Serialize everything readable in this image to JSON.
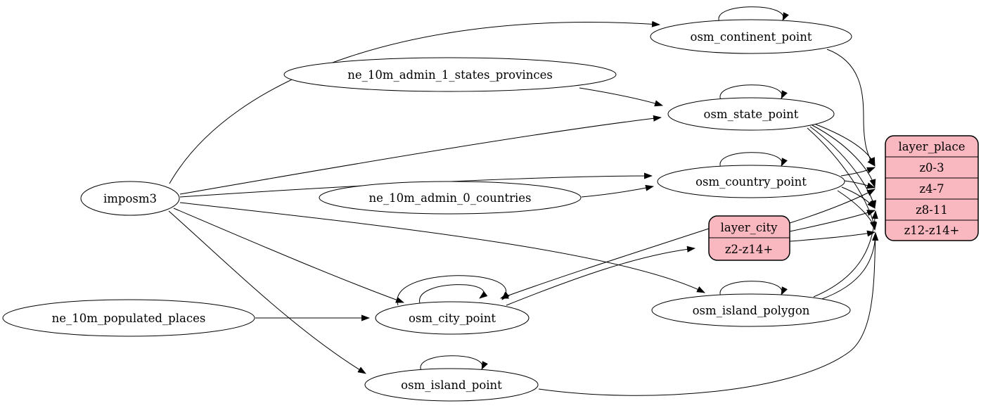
{
  "diagram": {
    "type": "etl-graph",
    "description": "Graphviz-style ETL dependency diagram for map place/city layers"
  },
  "colors": {
    "record_fill": "#f9b7c0",
    "node_fill": "#ffffff",
    "stroke": "#000000",
    "background": "#ffffff"
  },
  "nodes": {
    "imposm3": {
      "label": "imposm3"
    },
    "ne_10m_admin_1_states_provinces": {
      "label": "ne_10m_admin_1_states_provinces"
    },
    "ne_10m_admin_0_countries": {
      "label": "ne_10m_admin_0_countries"
    },
    "ne_10m_populated_places": {
      "label": "ne_10m_populated_places"
    },
    "osm_continent_point": {
      "label": "osm_continent_point"
    },
    "osm_state_point": {
      "label": "osm_state_point"
    },
    "osm_country_point": {
      "label": "osm_country_point"
    },
    "osm_city_point": {
      "label": "osm_city_point"
    },
    "osm_island_polygon": {
      "label": "osm_island_polygon"
    },
    "osm_island_point": {
      "label": "osm_island_point"
    }
  },
  "records": {
    "layer_city": {
      "title": "layer_city",
      "rows": [
        "z2-z14+"
      ]
    },
    "layer_place": {
      "title": "layer_place",
      "rows": [
        "z0-3",
        "z4-7",
        "z8-11",
        "z12-z14+"
      ]
    }
  },
  "edges": [
    {
      "from": "imposm3",
      "to": "osm_continent_point"
    },
    {
      "from": "imposm3",
      "to": "osm_state_point"
    },
    {
      "from": "imposm3",
      "to": "osm_country_point"
    },
    {
      "from": "imposm3",
      "to": "osm_city_point"
    },
    {
      "from": "imposm3",
      "to": "osm_island_polygon"
    },
    {
      "from": "imposm3",
      "to": "osm_island_point"
    },
    {
      "from": "ne_10m_admin_1_states_provinces",
      "to": "osm_state_point"
    },
    {
      "from": "ne_10m_admin_0_countries",
      "to": "osm_country_point"
    },
    {
      "from": "ne_10m_populated_places",
      "to": "osm_city_point"
    },
    {
      "from": "osm_continent_point",
      "to": "osm_continent_point"
    },
    {
      "from": "osm_state_point",
      "to": "osm_state_point"
    },
    {
      "from": "osm_country_point",
      "to": "osm_country_point"
    },
    {
      "from": "osm_city_point",
      "to": "osm_city_point"
    },
    {
      "from": "osm_city_point",
      "to": "osm_city_point"
    },
    {
      "from": "osm_island_polygon",
      "to": "osm_island_polygon"
    },
    {
      "from": "osm_island_point",
      "to": "osm_island_point"
    },
    {
      "from": "osm_city_point",
      "to": "layer_city:z2-z14+"
    },
    {
      "from": "layer_city",
      "to": "osm_city_point"
    },
    {
      "from": "osm_continent_point",
      "to": "layer_place:z0-3"
    },
    {
      "from": "osm_state_point",
      "to": "layer_place:z0-3"
    },
    {
      "from": "osm_state_point",
      "to": "layer_place:z4-7"
    },
    {
      "from": "osm_state_point",
      "to": "layer_place:z8-11"
    },
    {
      "from": "osm_state_point",
      "to": "layer_place:z12-z14+"
    },
    {
      "from": "osm_country_point",
      "to": "layer_place:z0-3"
    },
    {
      "from": "osm_country_point",
      "to": "layer_place:z4-7"
    },
    {
      "from": "osm_country_point",
      "to": "layer_place:z8-11"
    },
    {
      "from": "osm_country_point",
      "to": "layer_place:z12-z14+"
    },
    {
      "from": "layer_city",
      "to": "layer_place:z4-7"
    },
    {
      "from": "layer_city",
      "to": "layer_place:z8-11"
    },
    {
      "from": "layer_city",
      "to": "layer_place:z12-z14+"
    },
    {
      "from": "osm_island_polygon",
      "to": "layer_place:z8-11"
    },
    {
      "from": "osm_island_polygon",
      "to": "layer_place:z12-z14+"
    },
    {
      "from": "osm_island_point",
      "to": "layer_place:z12-z14+"
    }
  ]
}
